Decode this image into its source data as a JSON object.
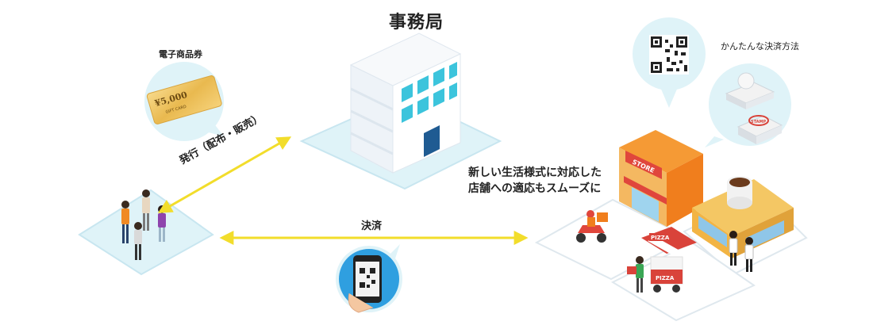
{
  "office": {
    "title": "事務局"
  },
  "gift": {
    "title": "電子商品券",
    "card_amount": "¥5,000",
    "card_sub": "GIFT CARD"
  },
  "payment_methods": {
    "title": "かんたんな決済方法",
    "stamp_text": "STAMP"
  },
  "links": {
    "issue_label": "発行（配布・販売）",
    "settle_label": "決済"
  },
  "stores": {
    "description_line1": "新しい生活様式に対応した",
    "description_line2": "店舗への適応もスムーズに",
    "store_sign": "STORE",
    "pizza_sign": "PIZZA",
    "pizza_sign_cart": "PIZZA"
  },
  "colors": {
    "arrow": "#f2dd2b",
    "platform": "#dff3f8",
    "building": "#ffffff",
    "window": "#3cc4dc",
    "door": "#1f5b92"
  }
}
